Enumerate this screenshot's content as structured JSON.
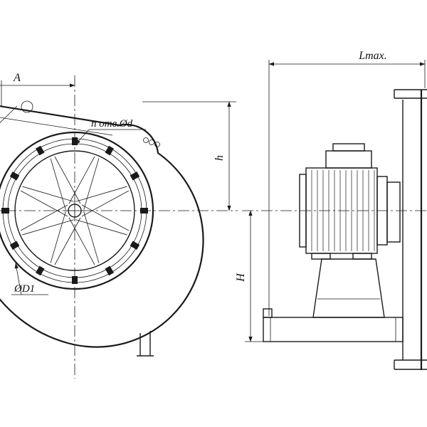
{
  "drawing": {
    "type": "technical-drawing",
    "subject": "centrifugal-fan-two-views",
    "colors": {
      "line": "#1a1a1a",
      "background": "#ffffff"
    },
    "labels": {
      "dim_a": "A",
      "holes_note": "n  отв.Ød",
      "dim_h": "h",
      "dim_d1": "ØD1",
      "dim_lmax": "Lmax.",
      "dim_h_cap": "H"
    }
  }
}
